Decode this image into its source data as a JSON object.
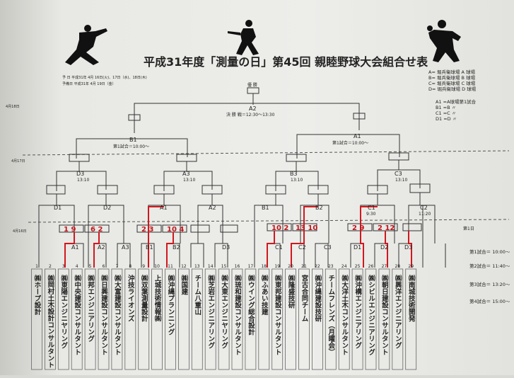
{
  "title": "平成31年度「測量の日」第45回 親睦野球大会組合せ表",
  "schedule": {
    "line1": "予 日  平成31年 4月 16日(火)、17日（水)、18日(木)",
    "line2": "予備日  平成31年 4月 19日（金）"
  },
  "fields": [
    {
      "text": "A= 堀兵衛球場 A 球場"
    },
    {
      "text": "B= 堀兵衛球場 B 球場"
    },
    {
      "text": "C= 堀兵衛球場 C 球場"
    },
    {
      "text": "D= 堀兵衛球場 D 球場"
    }
  ],
  "codes": [
    {
      "text": "A1 =A球場第1試合"
    },
    {
      "text": "B1 =B 〃"
    },
    {
      "text": "C1 =C 〃"
    },
    {
      "text": "D1 =D 〃"
    }
  ],
  "times": [
    {
      "text": "第1試合＝ 10:00〜"
    },
    {
      "text": "第2試合＝ 11:40〜"
    },
    {
      "text": "第3試合＝ 13:20〜"
    },
    {
      "text": "第4試合＝ 15:00〜"
    }
  ],
  "dates": {
    "d18": "4月18日",
    "d17": "4月17日",
    "d16": "4月16日",
    "day1": "第1日"
  },
  "final": {
    "label": "優 勝",
    "code": "A2",
    "info": "決 勝 戦＝12:30〜13:30"
  },
  "semis": [
    {
      "code": "B1",
      "info": "第1試合＝10:00〜"
    },
    {
      "code": "A1",
      "info": "第1試合＝10:00〜"
    }
  ],
  "quarters": [
    {
      "code": "D3",
      "time": "13:10"
    },
    {
      "code": "A3",
      "time": "13:10"
    },
    {
      "code": "B3",
      "time": "13:10"
    },
    {
      "code": "C3",
      "time": "13:10"
    }
  ],
  "round2": [
    {
      "code": "D1"
    },
    {
      "code": "D2"
    },
    {
      "code": "A1"
    },
    {
      "code": "A2"
    },
    {
      "code": "B1"
    },
    {
      "code": "B2"
    },
    {
      "code": "C1",
      "time": "9:30"
    },
    {
      "code": "C2",
      "time": "11:20"
    }
  ],
  "round1": [
    {
      "code": "A1"
    },
    {
      "code": "A2"
    },
    {
      "code": "A3"
    },
    {
      "code": "B1"
    },
    {
      "code": "B2"
    },
    {
      "code": "D3"
    },
    {
      "code": "C1"
    },
    {
      "code": "C2"
    },
    {
      "code": "C3"
    },
    {
      "code": "D1"
    },
    {
      "code": "D2"
    },
    {
      "code": "D3"
    }
  ],
  "scores": [
    {
      "text": "1 9"
    },
    {
      "text": "6 2"
    },
    {
      "text": "2 3"
    },
    {
      "text": "10 4"
    },
    {
      "text": "10 2"
    },
    {
      "text": "13 10"
    },
    {
      "text": "2 9"
    },
    {
      "text": "2 12"
    }
  ],
  "teams": [
    {
      "num": "1",
      "name": "㈱ホープ設計"
    },
    {
      "num": "2",
      "name": "㈱岡村土木設計コンサルタント"
    },
    {
      "num": "3",
      "name": "㈱東陽エンジニヤリング"
    },
    {
      "num": "4",
      "name": "㈱中央建設コンサルタント"
    },
    {
      "num": "5",
      "name": "㈱邦エンジニアリング"
    },
    {
      "num": "6",
      "name": "㈱日興建設コンサルタント"
    },
    {
      "num": "7",
      "name": "㈱大富建設コンサルタント"
    },
    {
      "num": "8",
      "name": "沖技ライオンズ"
    },
    {
      "num": "9",
      "name": "㈱双葉測量設計"
    },
    {
      "num": "10",
      "name": "上城技術情報㈱"
    },
    {
      "num": "11",
      "name": "㈱沖縄プランニング"
    },
    {
      "num": "12",
      "name": "㈱国建"
    },
    {
      "num": "13",
      "name": "チーム八重山"
    },
    {
      "num": "14",
      "name": "㈱芝岩エンジニアリング"
    },
    {
      "num": "15",
      "name": "㈱大東エンジニヤリング"
    },
    {
      "num": "16",
      "name": "㈱琉和建設コンサルタント"
    },
    {
      "num": "17",
      "name": "㈱ウイング総合設計"
    },
    {
      "num": "18",
      "name": "㈱ふあい技建"
    },
    {
      "num": "19",
      "name": "㈱東邦建設コンサルタント"
    },
    {
      "num": "20",
      "name": "㈱隆盛技研"
    },
    {
      "num": "21",
      "name": "宮古合同チーム"
    },
    {
      "num": "22",
      "name": "㈱沖縄建設技研"
    },
    {
      "num": "23",
      "name": "チームフレンズ（月曜会）"
    },
    {
      "num": "24",
      "name": "㈱大洋土木コンサルタント"
    },
    {
      "num": "25",
      "name": "㈱沖構エンジニアリング"
    },
    {
      "num": "26",
      "name": "㈱シビルエンジニアリング"
    },
    {
      "num": "27",
      "name": "㈱朝日建設コンサルタント"
    },
    {
      "num": "28",
      "name": "㈱興洋エンジニアリング"
    },
    {
      "num": "29",
      "name": "㈱南城技術開発"
    }
  ]
}
